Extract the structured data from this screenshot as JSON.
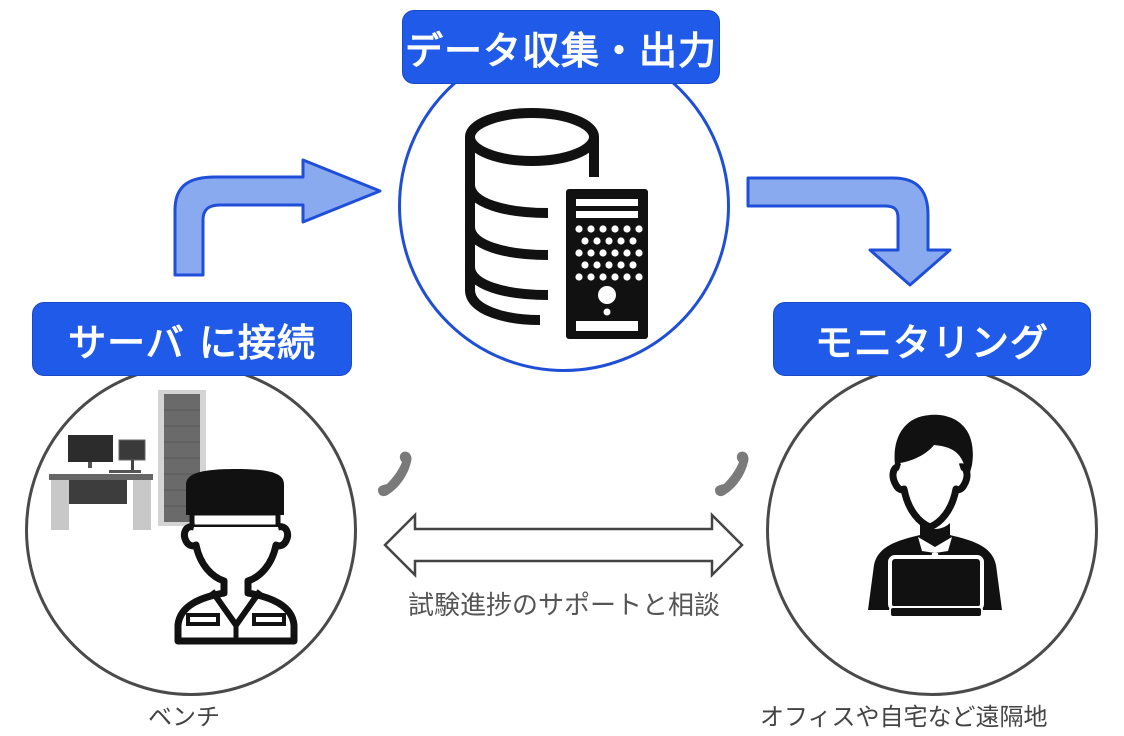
{
  "diagram": {
    "nodes": {
      "data_collection": {
        "label": "データ収集・出力",
        "icon": "database-server-icon"
      },
      "server_connection": {
        "label": "サーバ に接続",
        "icon": "technician-with-test-bench-icon",
        "caption": "ベンチ"
      },
      "monitoring": {
        "label": "モニタリング",
        "icon": "office-worker-with-laptop-icon",
        "caption": "オフィスや自宅など遠隔地"
      }
    },
    "links": {
      "bidirectional_label": "試験進捗のサポートと相談",
      "bidirectional_icons": [
        "phone-icon",
        "phone-icon"
      ]
    },
    "colors": {
      "label_fill": "#1f5ae8",
      "center_circle_stroke": "#1e4fd6",
      "side_circle_stroke": "#4a4a4a",
      "flow_arrow_fill": "#8aaaf0",
      "flow_arrow_stroke": "#1f4fd8",
      "phone_color": "#7a7a7a"
    }
  }
}
